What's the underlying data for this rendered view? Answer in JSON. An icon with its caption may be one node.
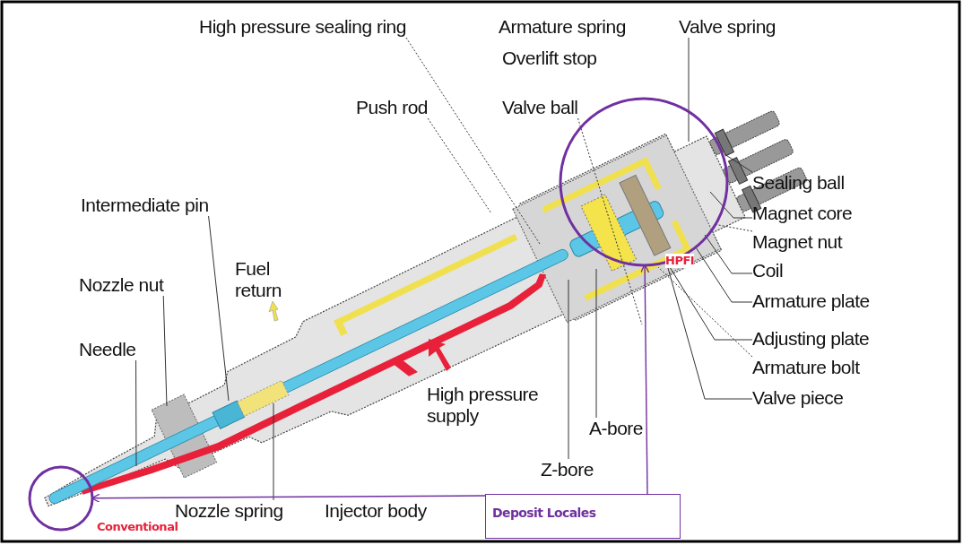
{
  "diagram": {
    "nodes": [
      {
        "text": [
          "High pressure sealing ring"
        ]
      },
      {
        "text": [
          "Valve spring"
        ]
      },
      {
        "text": [
          "Push rod"
        ]
      },
      {
        "text": [
          "Valve ball"
        ]
      },
      {
        "text": [],
        "shape": "circle",
        "beside": [
          "HPFI"
        ]
      },
      {
        "text": [
          "Sealing ball"
        ]
      },
      {
        "text": [
          "Magnet core"
        ]
      },
      {
        "text": [
          "Intermediate pin"
        ]
      },
      {
        "text": [
          "Magnet nut"
        ]
      },
      {
        "text": [
          "Coil"
        ]
      },
      {
        "text": [
          "Nozzle nut"
        ]
      },
      {
        "text": [
          "Armature plate"
        ]
      },
      {
        "text": [
          "Adjusting plate"
        ]
      },
      {
        "text": [
          "Needle"
        ]
      },
      {
        "text": [
          "Armature bolt"
        ]
      },
      {
        "text": [
          "Valve piece"
        ]
      },
      {
        "text": [
          "A-bore"
        ]
      },
      {
        "text": [
          "Z-bore"
        ]
      },
      {
        "text": [],
        "shape": "circle",
        "beside": [
          "Conventional"
        ]
      },
      {
        "text": [
          "Deposit Locales"
        ]
      },
      {
        "text": [
          "Nozzle spring"
        ]
      }
    ],
    "edges": [
      {
        "from": 0,
        "to": null,
        "arrow": "none",
        "style": "dashed"
      },
      {
        "from": 1,
        "to": 4,
        "arrow": "none"
      },
      {
        "from": 2,
        "to": null,
        "arrow": "none",
        "style": "dashed"
      },
      {
        "from": 3,
        "to": null,
        "arrow": "none",
        "style": "dashed"
      },
      {
        "from": 5,
        "to": 4,
        "arrow": "none"
      },
      {
        "from": 6,
        "to": 4,
        "arrow": "none"
      },
      {
        "from": 7,
        "to": null,
        "arrow": "none"
      },
      {
        "from": 8,
        "to": 4,
        "arrow": "none",
        "style": "dashed"
      },
      {
        "from": 9,
        "to": 4,
        "arrow": "none"
      },
      {
        "from": 10,
        "to": null,
        "arrow": "none"
      },
      {
        "from": 11,
        "to": 4,
        "arrow": "none"
      },
      {
        "from": 12,
        "to": 4,
        "arrow": "none"
      },
      {
        "from": 13,
        "to": null,
        "arrow": "none"
      },
      {
        "from": 14,
        "to": 4,
        "arrow": "none",
        "style": "dashed"
      },
      {
        "from": 15,
        "to": 4,
        "arrow": "none"
      },
      {
        "from": 16,
        "to": null,
        "arrow": "none"
      },
      {
        "from": 17,
        "to": null,
        "arrow": "none"
      },
      {
        "from": 20,
        "to": null,
        "arrow": "none"
      },
      {
        "from": 19,
        "to": 4,
        "arrow": "to",
        "color": "#7030a0"
      },
      {
        "from": 19,
        "to": 18,
        "arrow": "to",
        "color": "#7030a0"
      }
    ],
    "labels": [
      "Armature spring",
      "Overlift stop",
      "Fuel return",
      "High pressure supply",
      "Injector body"
    ]
  }
}
